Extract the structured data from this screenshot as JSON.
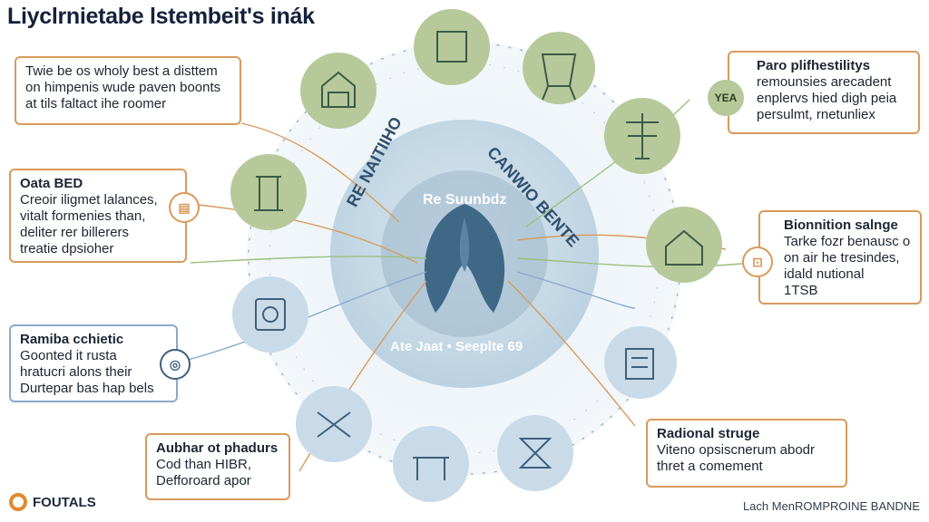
{
  "title": "Liyclrnietabe lstembeit's inák",
  "center": {
    "arc_left": "RE NAITIIHO",
    "arc_right": "CANWIO BENTE",
    "label": "Re Suunbdz",
    "bottom": "Ate Jaat • Seeplte 69"
  },
  "boxes": {
    "top_left": {
      "lines": [
        "Twie be os wholy best a disttem",
        "on himpenis wude paven boonts",
        "at tils faltact ihe roomer"
      ]
    },
    "mid_left": {
      "head": "Oata BED",
      "lines": [
        "Creoir iligmet lalances,",
        "vitalt formenies than,",
        "deliter rer billerers",
        "treatie dpsioher"
      ]
    },
    "lower_left": {
      "head": "Ramiba cchietic",
      "lines": [
        "Goonted it rusta",
        "hratucri alons their",
        "Durtepar bas hap bels"
      ]
    },
    "bottom_left": {
      "head": "Aubhar ot phadurs",
      "lines": [
        "Cod than HIBR,",
        "Defforoard apor"
      ]
    },
    "top_right": {
      "head": "Paro plifhestilitys",
      "lines": [
        "remounsies arecadent",
        "enplervs hied digh peia",
        "persulmt, rnetunliex"
      ]
    },
    "mid_right": {
      "head": "Bionnition salnge",
      "lines": [
        "Tarke fozr benausc o",
        "on air he tresindes,",
        "idald nutional",
        "1TSB"
      ]
    },
    "bottom_right": {
      "head": "Radional struge",
      "lines": [
        "Viteno opsiscnerum abodr",
        "thret a comement"
      ]
    }
  },
  "badges": {
    "top_right": "YEA"
  },
  "footer": {
    "logo_text": "FOUTALS",
    "right_text": "Lach MenROMPROINE BANDNE"
  },
  "colors": {
    "green": "#b7c99a",
    "blue": "#c9dbe8",
    "orange": "#d89a5b",
    "navy": "#2f4f6e"
  }
}
